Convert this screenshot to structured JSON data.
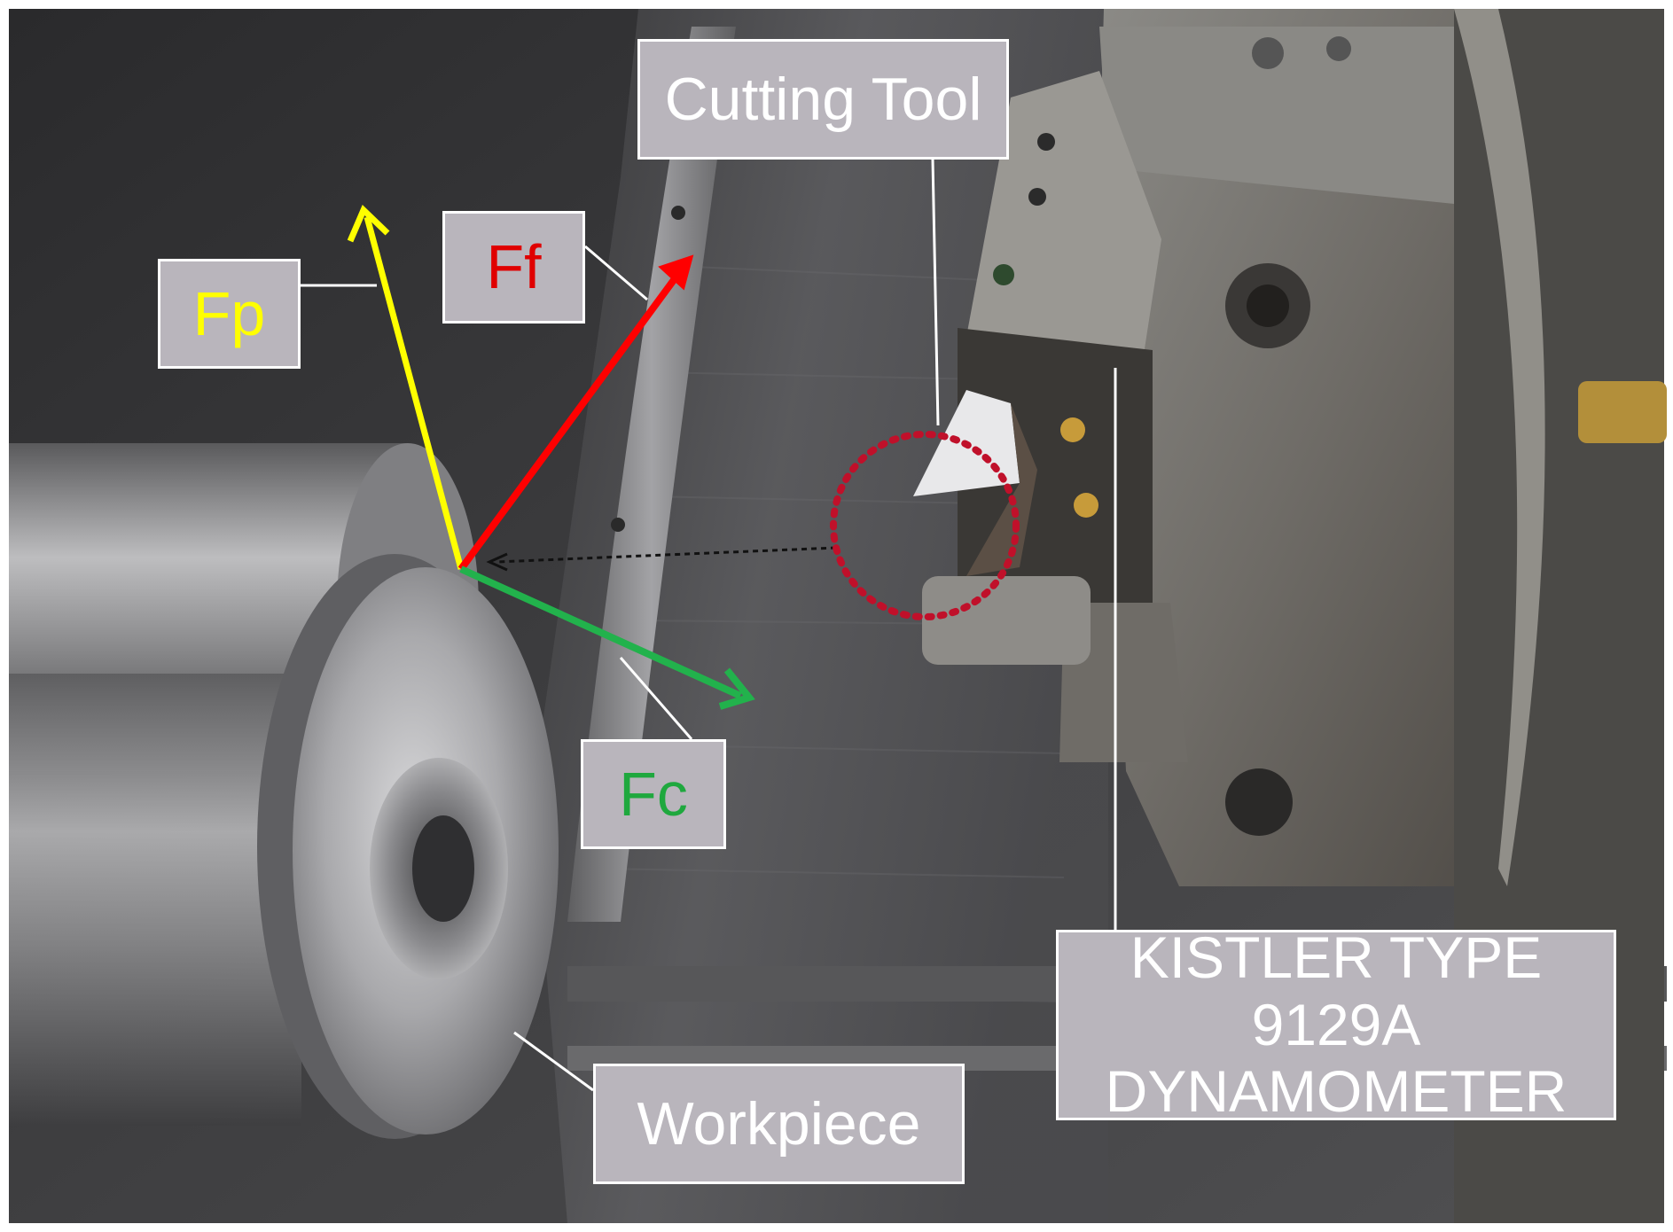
{
  "labels": {
    "cutting_tool": "Cutting Tool",
    "ff": "Ff",
    "fp": "Fp",
    "fc": "Fc",
    "kistler_line1": "KISTLER TYPE 9129A",
    "kistler_line2": "DYNAMOMETER",
    "workpiece": "Workpiece"
  },
  "colors": {
    "fp_arrow": "#ffff00",
    "ff_arrow": "#ff0000",
    "fc_arrow": "#22b24c",
    "fp_text": "#ffff00",
    "ff_text": "#e00000",
    "fc_text": "#1fa83e",
    "tool_circle": "#c0102a",
    "label_bg": "#b9b5bc"
  },
  "icons": {
    "fp": "force-arrow-icon",
    "ff": "force-arrow-icon",
    "fc": "force-arrow-icon",
    "tool_marker": "dotted-circle-icon"
  }
}
